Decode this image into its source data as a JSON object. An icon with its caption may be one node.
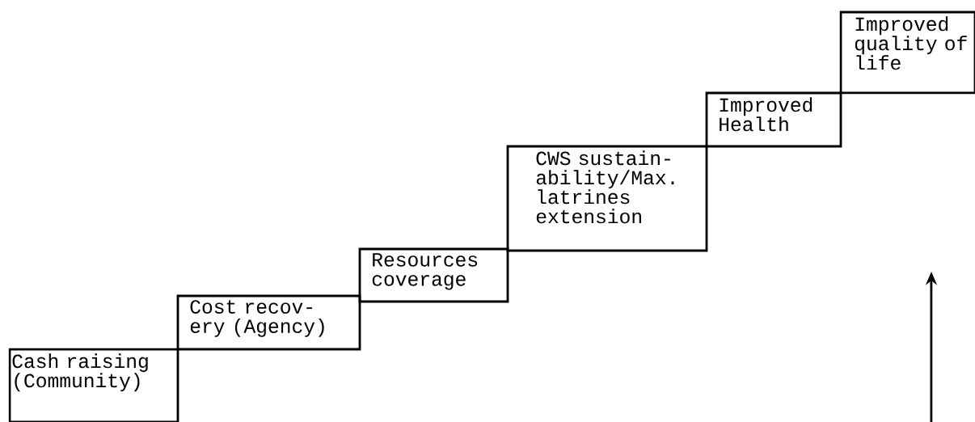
{
  "diagram": {
    "nodes": [
      {
        "text": [
          "Cash raising (Community)"
        ]
      },
      {
        "text": [
          "Cost recov- ery (Agency)"
        ]
      },
      {
        "text": [
          "Resources coverage"
        ]
      },
      {
        "text": [
          "CWS sustain- ability/Max. latrines extension"
        ]
      },
      {
        "text": [
          "Improved Health"
        ]
      },
      {
        "text": [
          "Improved quality of life"
        ]
      }
    ]
  }
}
